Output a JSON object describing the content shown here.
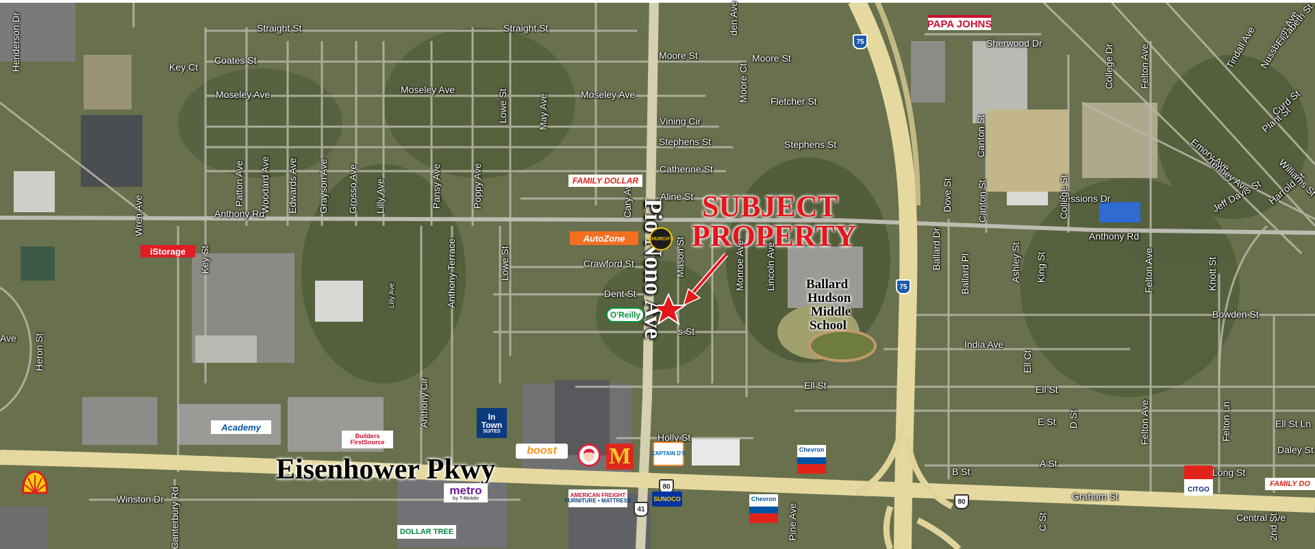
{
  "subject": {
    "line1": "SUBJECT",
    "line2": "PROPERTY"
  },
  "school": {
    "line1": "Ballard",
    "line2": "Hudson",
    "line3": "Middle",
    "line4": "School"
  },
  "main_roads": {
    "pio_nono": "Pio Nono Ave",
    "eisenhower": "Eisenhower Pkwy"
  },
  "street_labels": {
    "straight_st_1": "Straight St",
    "straight_st_2": "Straight St",
    "coates_st": "Coates St",
    "key_ct": "Key Ct",
    "henderson_dr": "Henderson Dr",
    "moseley_ave_1": "Moseley Ave",
    "moseley_ave_2": "Moseley Ave",
    "moseley_ave_3": "Moseley Ave",
    "moore_st_1": "Moore St",
    "moore_st_2": "Moore St",
    "fletcher_st": "Fletcher St",
    "vining_cir": "Vining Cir",
    "stephens_st_1": "Stephens St",
    "stephens_st_2": "Stephens St",
    "catherine_st": "Catherine St",
    "aline_st": "Aline St",
    "anthony_rd_1": "Anthony Rd",
    "anthony_rd_2": "Anthony Rd",
    "crawford_st": "Crawford St",
    "dent_st": "Dent St",
    "s_st": "s St",
    "ell_st_1": "Ell St",
    "ell_st_2": "Ell St",
    "ell_st_ln": "Ell St Ln",
    "holly_st": "Holly St",
    "e_st": "E St",
    "a_st": "A St",
    "b_st": "B St",
    "long_st": "Long St",
    "daley_st": "Daley St",
    "graham_st": "Graham St",
    "central_ave": "Central Ave",
    "winston_dr": "Winston Dr",
    "india_ave": "India Ave",
    "bowden_st": "Bowden St",
    "sherwood_dr": "Sherwood Dr",
    "sessions_dr": "Sessions Dr",
    "emory_ave": "Emory Ave",
    "tenney_ave": "Tenney Ave",
    "jeff_davis_st": "Jeff Davis St",
    "harrold_st": "Harrold St",
    "williams_st": "Williams St",
    "plant_st": "Plant St",
    "curd_st": "Curd St",
    "nussbaum_ave": "Nussbaum Ave",
    "tindall_ave": "Tindall Ave",
    "elizabeth_st": "Elizabeth St",
    "felton_ave_1": "Felton Ave",
    "felton_ave_2": "Felton Ave",
    "felton_ave_3": "Felton Ave",
    "felton_ln": "Felton Ln",
    "knott_st": "Knott St",
    "college_dr": "College Dr",
    "college_st": "College St",
    "canton_st_1": "Canton St",
    "canton_st_2": "Canton St",
    "dove_st": "Dove St",
    "ballard_dr": "Ballard Dr",
    "ballard_pl": "Ballard Pl",
    "ashley_st": "Ashley St",
    "king_st": "King St",
    "ell_ct": "Ell Ct",
    "d_st": "D St",
    "c_st": "C St",
    "patton_ave": "Patton Ave",
    "woodard_ave": "Woodard Ave",
    "edwards_ave": "Edwards Ave",
    "grayson_ave": "Grayson Ave",
    "grosso_ave": "Grosso Ave",
    "lilly_ave": "Lilly Ave",
    "pansy_ave": "Pansy Ave",
    "poppy_ave": "Poppy Ave",
    "lowe_st_1": "Lowe St",
    "lowe_st_2": "Lowe St",
    "may_ave": "May Ave",
    "cary_ave": "Cary Ave",
    "anthony_terrace": "Anthony Terrace",
    "anthony_cir": "Anthony Cir",
    "wren_ave": "Wren Ave",
    "key_st": "Key St",
    "heron_st": "Heron St",
    "canterbury_rd": "Canterbury Rd",
    "moore_ct": "Moore Ct",
    "monroe_ave": "Monroe Ave",
    "lincoln_ave": "Lincoln Ave",
    "mason_st": "Mason St",
    "pine_ave": "Pine Ave",
    "2nd_st": "2nd St",
    "lilly_short": "Lilly Ave",
    "den_ave": "den Ave",
    "ave_left": "Ave"
  },
  "shields": {
    "i75_a": "75",
    "i75_b": "75",
    "us80_a": "80",
    "us80_b": "80",
    "us41": "41"
  },
  "businesses": {
    "papa_johns": "PAPA JOHNS",
    "family_dollar_1": "FAMILY DOLLAR",
    "family_dollar_2": "FAMILY DO",
    "autozone": "AutoZone",
    "churchs": "CHURCH'S",
    "oreilly": "O'Reilly",
    "istorage": "iStorage",
    "academy": "Academy",
    "builders_first_source": "Builders FirstSource",
    "intown_suites_1": "In",
    "intown_suites_2": "Town",
    "intown_suites_3": "SUITES",
    "boost": "boost",
    "mcdonalds": "M",
    "captain_ds": "CAPTAIN D'S",
    "chevron_1": "Chevron",
    "chevron_2": "Chevron",
    "metro": "metro",
    "metro_sub": "by T-Mobile",
    "american_freight_1": "AMERICAN FREIGHT",
    "american_freight_2": "FURNITURE • MATTRESS",
    "sunoco": "SUNOCO",
    "dollar_tree": "DOLLAR TREE",
    "citgo": "CITGO",
    "shell": "Shell",
    "wendys": "Wendy's"
  },
  "colors": {
    "subject_red": "#e3171c",
    "highway": "#e5d9a0",
    "road_white": "#cfcfc7",
    "satellite_base": "#7f7f5e"
  }
}
